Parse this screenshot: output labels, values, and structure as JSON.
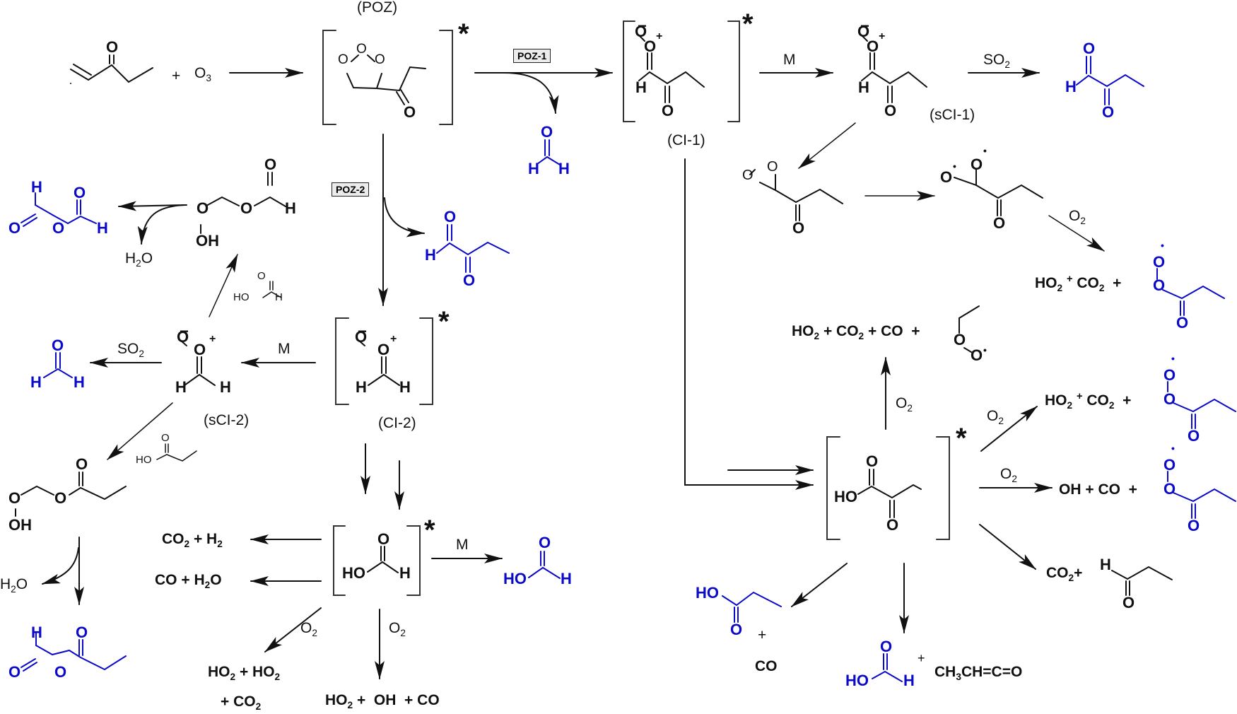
{
  "labels": {
    "poz": "(POZ)",
    "poz1": "POZ-1",
    "poz2": "POZ-2",
    "ci1": "(CI-1)",
    "ci2": "(CI-2)",
    "sci1": "(sCI-1)",
    "sci2": "(sCI-2)",
    "excited_marker": "*"
  },
  "reactants": {
    "plus": "+",
    "ozone": "O",
    "ozone_sub": "3"
  },
  "conditions": {
    "m": "M",
    "so2": "SO",
    "so2_sub": "2",
    "o2": "O",
    "o2_sub": "2"
  },
  "atoms": {
    "o": "O",
    "h": "H",
    "oh": "OH",
    "ho": "HO",
    "minus": "−",
    "plus": "+",
    "radical": "•"
  },
  "products": {
    "co2_h2": {
      "a": "CO",
      "a_sub": "2",
      "plus": "+",
      "b": "H",
      "b_sub": "2"
    },
    "co_h2o": {
      "a": "CO",
      "plus": "+",
      "b": "H",
      "b_sub": "2",
      "c": "O"
    },
    "ho2_ho2": {
      "a": "HO",
      "a_sub": "2",
      "plus": "+",
      "b": "HO",
      "b_sub": "2"
    },
    "plus_co2": {
      "plus": "+",
      "a": "CO",
      "a_sub": "2"
    },
    "ho2_oh_co": {
      "a": "HO",
      "a_sub": "2",
      "plus1": "+",
      "b": "OH",
      "plus2": "+",
      "c": "CO"
    },
    "h2o_left1": {
      "a": "H",
      "a_sub": "2",
      "b": "O"
    },
    "h2o_left2": {
      "a": "H",
      "a_sub": "2",
      "b": "O"
    },
    "ho2_co2_top": {
      "a": "HO",
      "a_sub": "2",
      "plus1": "+",
      "b": "CO",
      "b_sub": "2",
      "plus2": "+"
    },
    "ho2_co2_co": {
      "a": "HO",
      "a_sub": "2",
      "plus1": "+",
      "b": "CO",
      "b_sub": "2",
      "plus2": "+",
      "c": "CO",
      "plus3": "+"
    },
    "ho2_co2_mid": {
      "a": "HO",
      "a_sub": "2",
      "plus1": "+",
      "b": "CO",
      "b_sub": "2",
      "plus2": "+"
    },
    "oh_co": {
      "a": "OH",
      "plus1": "+",
      "b": "CO",
      "plus2": "+"
    },
    "co2_propanal": {
      "a": "CO",
      "a_sub": "2",
      "plus": "+"
    },
    "propanoic_co": {
      "plus": "+",
      "a": "CO"
    },
    "formic_ketene": {
      "plus": "+",
      "a": "CH",
      "a_sub": "3",
      "b": "CH=C=O"
    }
  },
  "colors": {
    "ink": "#111111",
    "product_blue": "#0a0ac8",
    "box_fill": "#ececec"
  }
}
